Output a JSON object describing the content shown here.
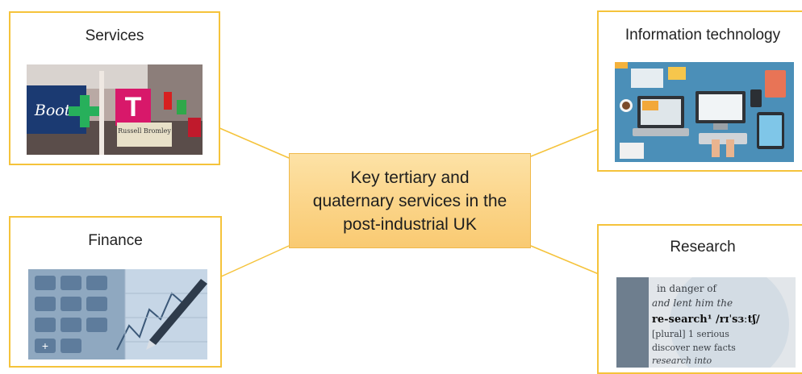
{
  "central": {
    "lines": [
      "Key tertiary and",
      "quaternary services in the",
      "post-industrial UK"
    ]
  },
  "cards": {
    "services": {
      "title": "Services",
      "sign_text": "Boots",
      "shop_text": "Russell Bromley"
    },
    "it": {
      "title": "Information technology"
    },
    "finance": {
      "title": "Finance"
    },
    "research": {
      "title": "Research",
      "text_lines": [
        "in danger of",
        "and lent him the",
        "re-search¹ /rɪˈsɜːtʃ/",
        "[plural]  1 serious",
        "discover  new  facts",
        "research into"
      ]
    }
  },
  "colors": {
    "accent": "#f5c33b",
    "center_fill": "#fbd488",
    "connector": "#f5c33b"
  }
}
